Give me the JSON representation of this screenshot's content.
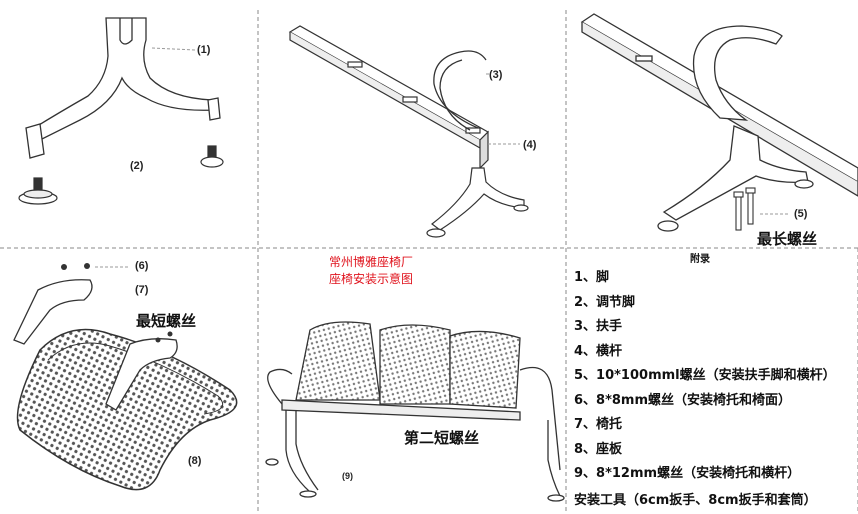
{
  "callouts": {
    "p1": "(1)",
    "p2": "(2)",
    "p3": "(3)",
    "p4": "(4)",
    "p5": "(5)",
    "p6": "(6)",
    "p7": "(7)",
    "p8": "(8)",
    "p9": "(9)"
  },
  "screw_notes": {
    "longest": "最长螺丝",
    "shortest": "最短螺丝",
    "second_shortest": "第二短螺丝"
  },
  "company": {
    "name": "常州博雅座椅厂",
    "subtitle": "座椅安装示意图"
  },
  "appendix": {
    "title": "附录",
    "items": [
      "1、脚",
      "2、调节脚",
      "3、扶手",
      "4、横杆",
      "5、10*100mml螺丝（安装扶手脚和横杆）",
      "6、8*8mm螺丝（安装椅托和椅面）",
      "7、椅托",
      "8、座板",
      "9、8*12mm螺丝（安装椅托和横杆）"
    ],
    "tools": "安装工具（6cm扳手、8cm扳手和套筒）"
  },
  "colors": {
    "line": "#333333",
    "grid": "#999999",
    "accent_text": "#e0141e"
  }
}
